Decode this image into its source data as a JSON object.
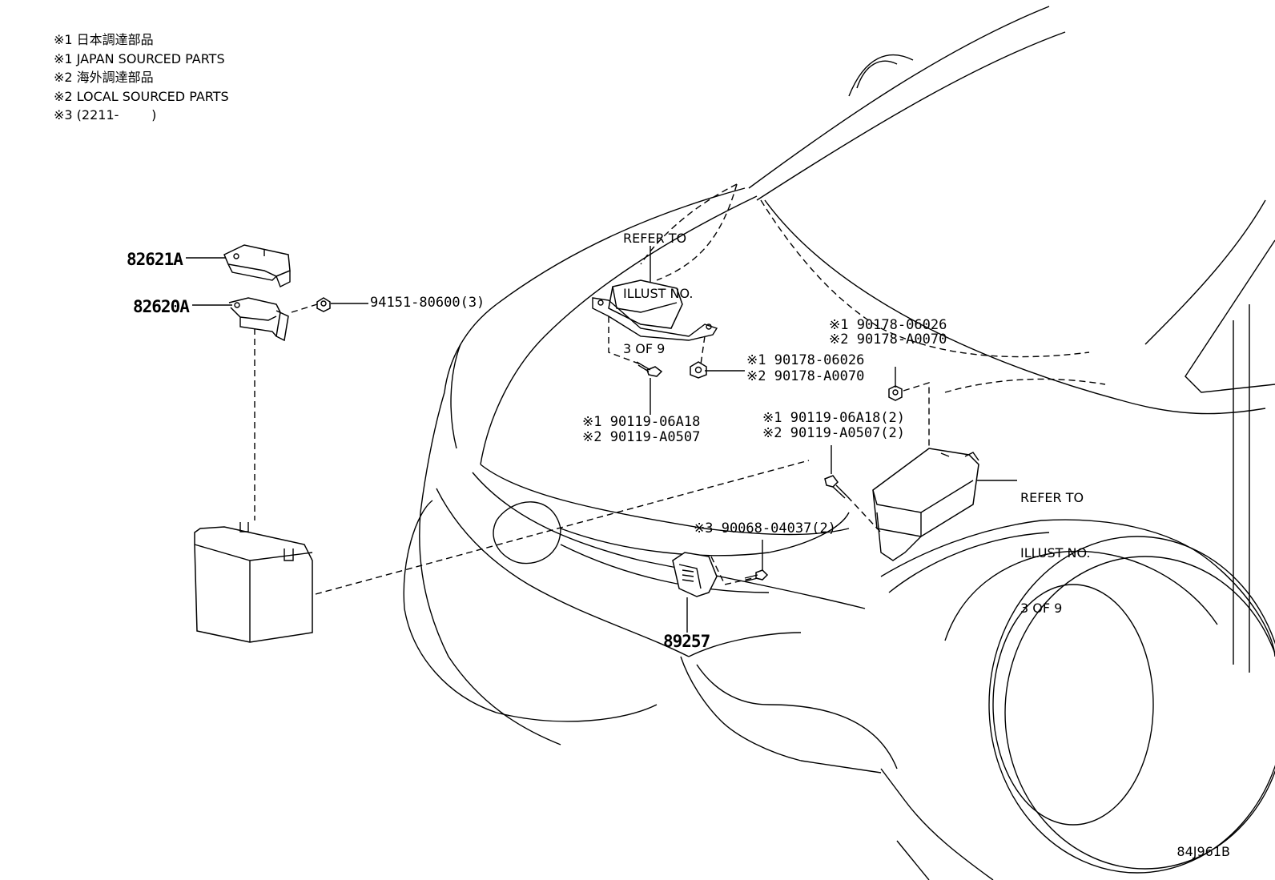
{
  "legend": [
    "※1 日本調達部品",
    "※1 JAPAN SOURCED PARTS",
    "※2 海外調達部品",
    "※2 LOCAL SOURCED PARTS",
    "※3 (2211-        )"
  ],
  "refer_top": [
    "REFER TO",
    "ILLUST NO.",
    "3 OF 9"
  ],
  "refer_right": [
    "REFER TO",
    "ILLUST NO.",
    "3 OF 9"
  ],
  "parts": {
    "p82621a": "82621A",
    "p82620a": "82620A",
    "p94151": "94151-80600(3)",
    "p89257": "89257",
    "nut_mid_1": "※1 90178-06026",
    "nut_mid_2": "※2 90178-A0070",
    "bolt_mid_1": "※1 90119-06A18",
    "bolt_mid_2": "※2 90119-A0507",
    "nut_right_1": "※1 90178-06026",
    "nut_right_2": "※2 90178-A0070",
    "bolt_right_1": "※1 90119-06A18(2)",
    "bolt_right_2": "※2 90119-A0507(2)",
    "bolt_low": "※3 90068-04037(2)"
  },
  "drawing_code": "84J961B"
}
